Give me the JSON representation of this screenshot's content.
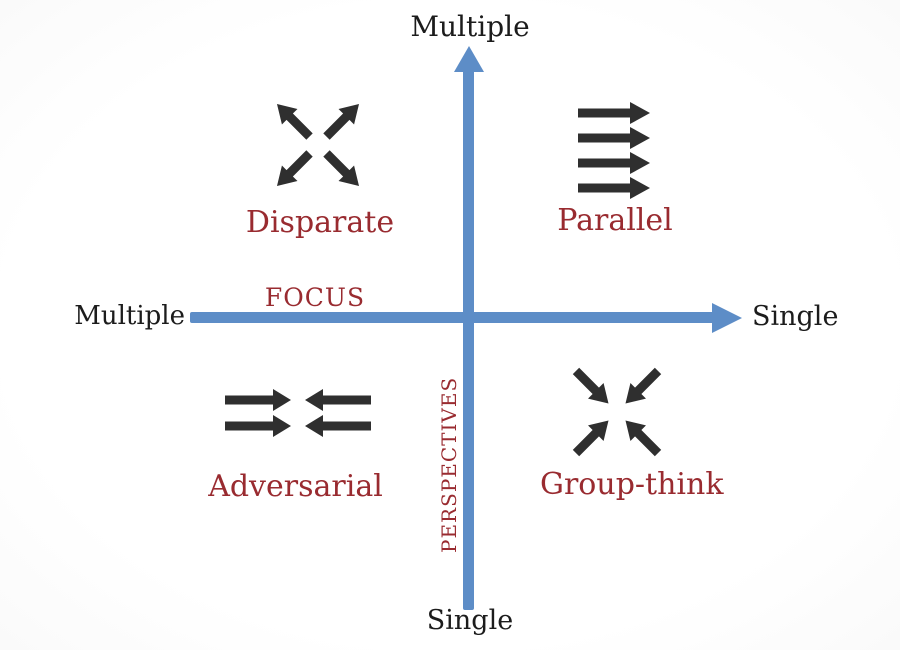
{
  "diagram": {
    "axes": {
      "vertical": {
        "name": "PERSPECTIVES",
        "top_label": "Multiple",
        "bottom_label": "Single"
      },
      "horizontal": {
        "name": "FOCUS",
        "left_label": "Multiple",
        "right_label": "Single"
      }
    },
    "quadrants": {
      "top_left": {
        "label": "Disparate",
        "icon": "diverging-arrows-icon"
      },
      "top_right": {
        "label": "Parallel",
        "icon": "parallel-arrows-icon"
      },
      "bottom_left": {
        "label": "Adversarial",
        "icon": "opposing-arrows-icon"
      },
      "bottom_right": {
        "label": "Group-think",
        "icon": "converging-arrows-icon"
      }
    },
    "colors": {
      "axis_blue": "#5d8dc7",
      "label_red": "#992b30",
      "label_black": "#1c1c1c",
      "arrow_dark": "#2f2f2f"
    }
  }
}
